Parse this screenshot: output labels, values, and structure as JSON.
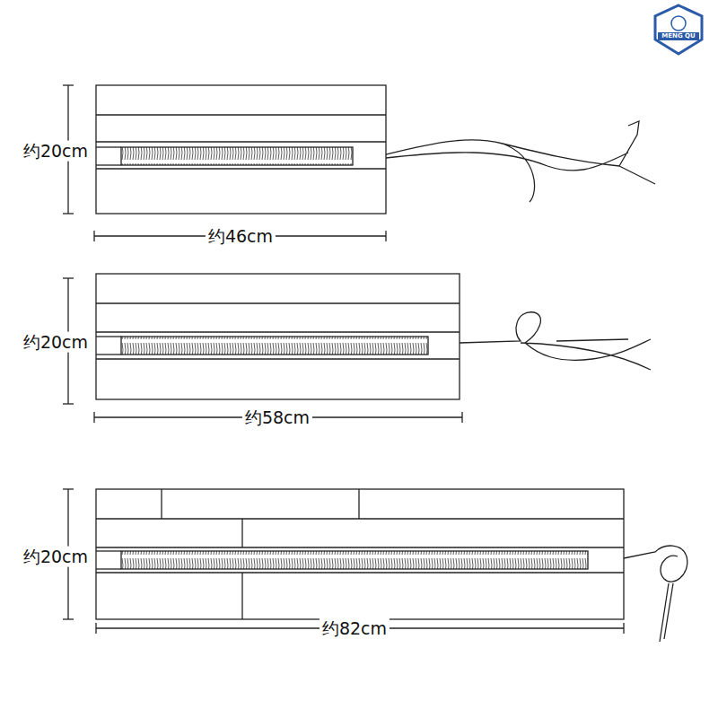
{
  "diagram": {
    "labels": [
      "约20cm",
      "约46cm",
      "约20cm",
      "约58cm",
      "约20cm",
      "约82cm",
      "MENG QU"
    ]
  }
}
